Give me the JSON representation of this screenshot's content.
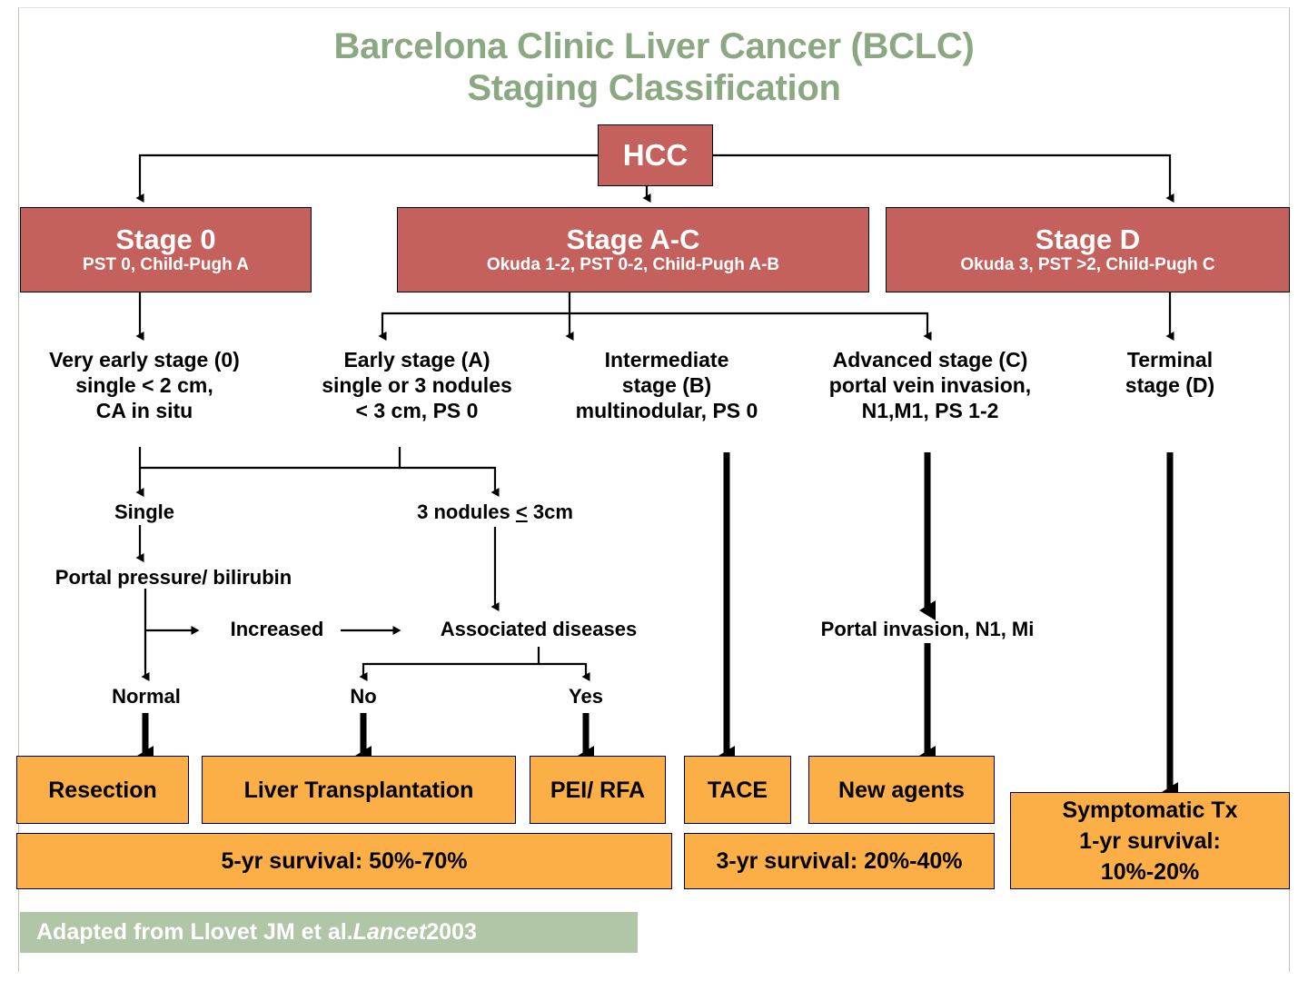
{
  "title": {
    "line1": "Barcelona Clinic Liver Cancer (BCLC)",
    "line2": "Staging Classification"
  },
  "root": {
    "label": "HCC"
  },
  "stages": [
    {
      "name": "Stage 0",
      "criteria": "PST 0, Child-Pugh A"
    },
    {
      "name": "Stage A-C",
      "criteria": "Okuda 1-2, PST 0-2, Child-Pugh A-B"
    },
    {
      "name": "Stage D",
      "criteria": "Okuda 3, PST >2, Child-Pugh C"
    }
  ],
  "substages": [
    {
      "label": "Very early stage (0)\nsingle < 2 cm,\nCA in situ"
    },
    {
      "label": "Early stage (A)\nsingle or 3 nodules\n< 3 cm, PS 0"
    },
    {
      "label": "Intermediate\nstage (B)\nmultinodular, PS 0"
    },
    {
      "label": "Advanced stage (C)\nportal vein invasion,\nN1,M1, PS 1-2"
    },
    {
      "label": "Terminal\nstage (D)"
    }
  ],
  "decisions": {
    "single": "Single",
    "three_nodules_pre": "3 nodules ",
    "three_nodules_op": "<",
    "three_nodules_post": " 3cm",
    "portal_pressure": "Portal pressure/ bilirubin",
    "increased": "Increased",
    "associated_diseases": "Associated diseases",
    "normal": "Normal",
    "no": "No",
    "yes": "Yes",
    "portal_invasion": "Portal invasion, N1, Mi"
  },
  "treatments": [
    {
      "label": "Resection"
    },
    {
      "label": "Liver Transplantation"
    },
    {
      "label": "PEI/ RFA"
    },
    {
      "label": "TACE"
    },
    {
      "label": "New agents"
    }
  ],
  "survival": {
    "five_yr": "5-yr survival: 50%-70%",
    "three_yr": "3-yr survival: 20%-40%"
  },
  "symptomatic": {
    "line1": "Symptomatic Tx",
    "line2": "1-yr survival:",
    "line3": "10%-20%"
  },
  "footer": {
    "prefix": "Adapted from Llovet JM et al. ",
    "journal": "Lancet",
    "suffix": " 2003"
  },
  "colors": {
    "stage_red": "#C4615C",
    "treatment_orange": "#FBAF46",
    "title_green": "#8BA883",
    "footer_green": "#B0C6A6",
    "connector_black": "#000000"
  }
}
